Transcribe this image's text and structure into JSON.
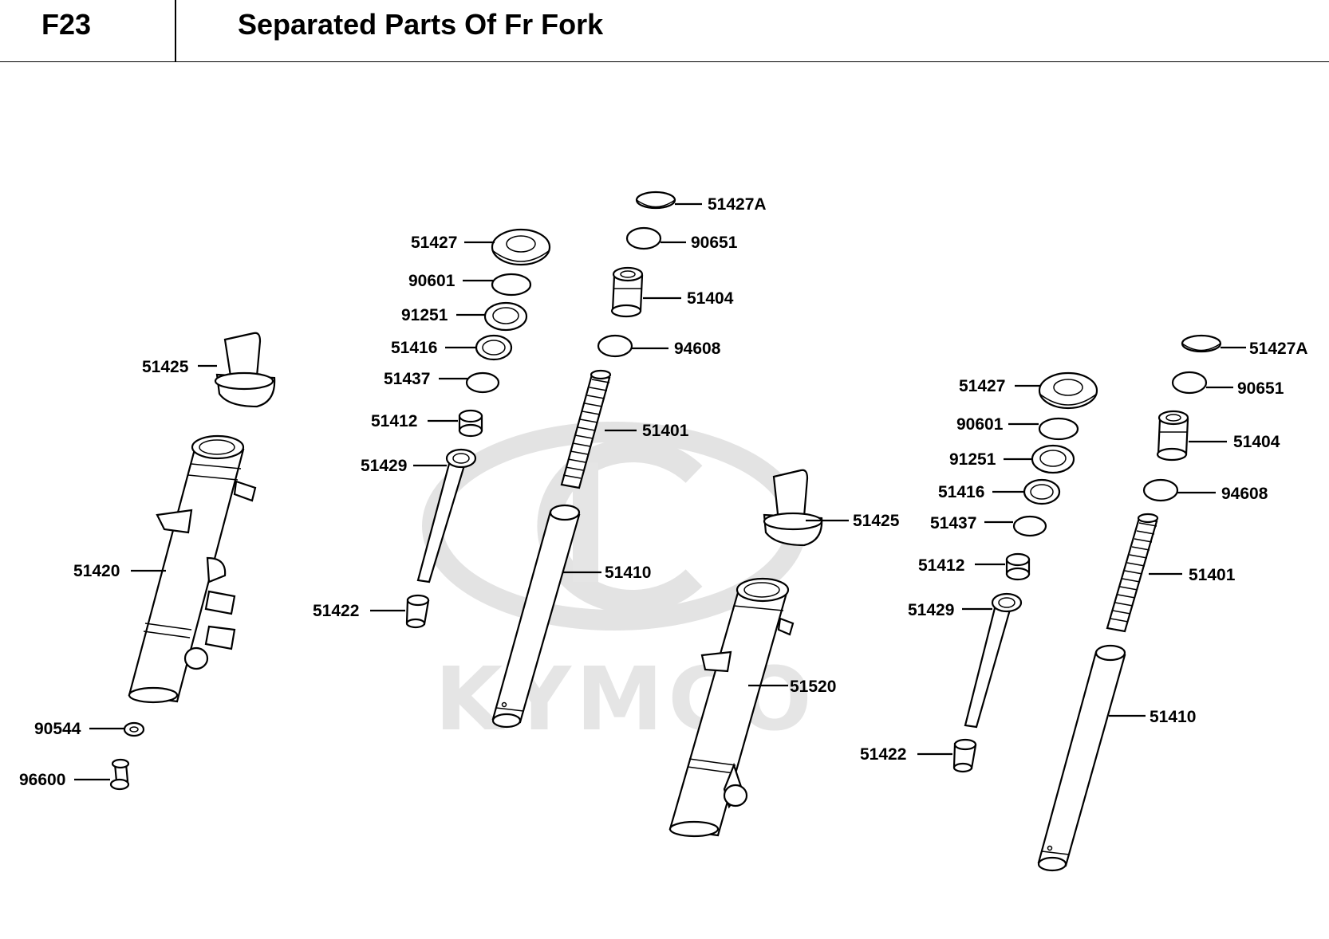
{
  "header": {
    "code": "F23",
    "title": "Separated Parts Of Fr Fork"
  },
  "watermark": {
    "text": "KYMCO"
  },
  "labels": {
    "l51425a": "51425",
    "l51420": "51420",
    "l90544": "90544",
    "l96600": "96600",
    "l51427a": "51427",
    "l90601a": "90601",
    "l91251a": "91251",
    "l51416a": "51416",
    "l51437a": "51437",
    "l51412a": "51412",
    "l51429a": "51429",
    "l51422a": "51422",
    "l51427Aa": "51427A",
    "l90651a": "90651",
    "l51404a": "51404",
    "l94608a": "94608",
    "l51401a": "51401",
    "l51410a": "51410",
    "l51425b": "51425",
    "l51520": "51520",
    "l51427b": "51427",
    "l90601b": "90601",
    "l91251b": "91251",
    "l51416b": "51416",
    "l51437b": "51437",
    "l51412b": "51412",
    "l51429b": "51429",
    "l51422b": "51422",
    "l51427Ab": "51427A",
    "l90651b": "90651",
    "l51404b": "51404",
    "l94608b": "94608",
    "l51401b": "51401",
    "l51410b": "51410"
  }
}
